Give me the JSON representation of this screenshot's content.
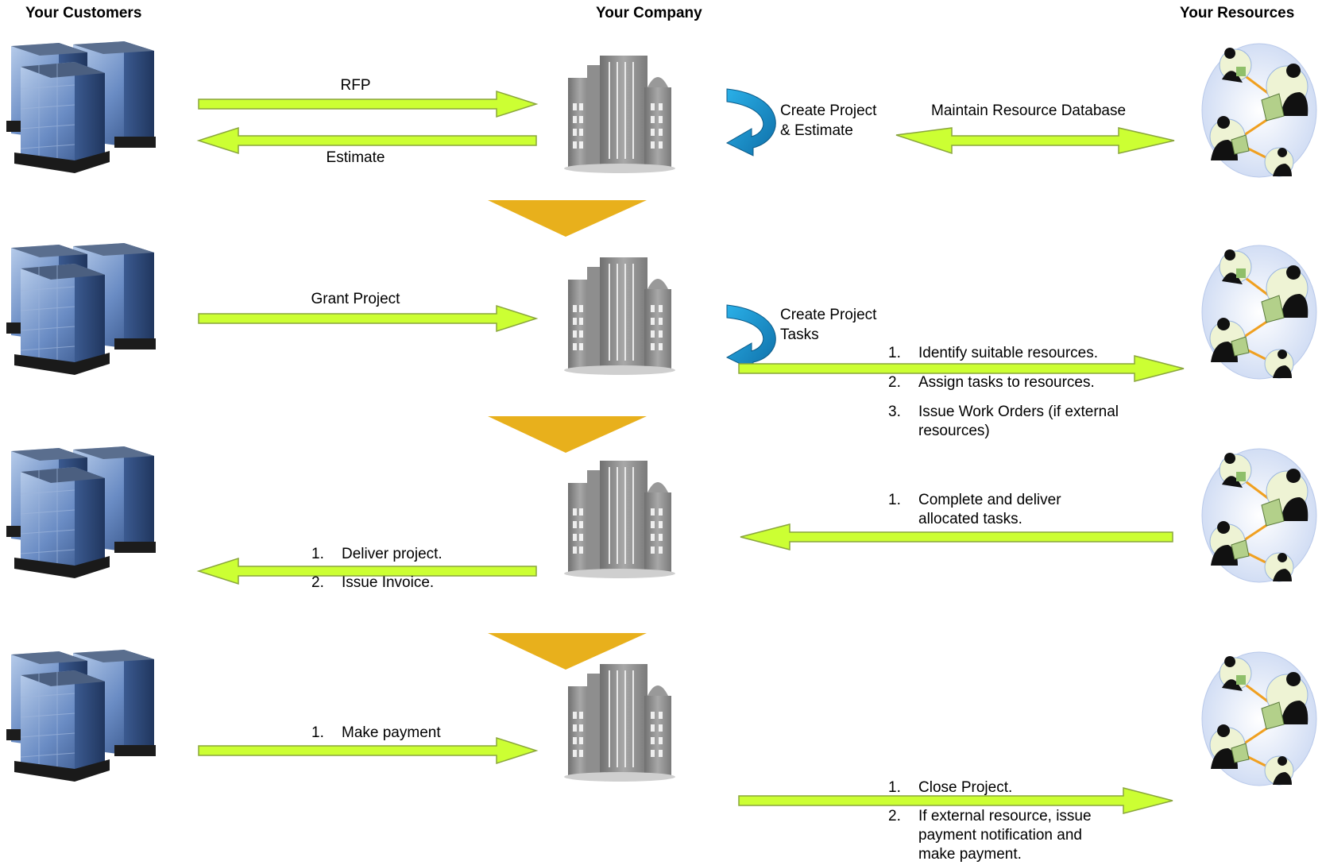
{
  "headers": {
    "customers": "Your Customers",
    "company": "Your Company",
    "resources": "Your Resources"
  },
  "stages": [
    {
      "left_arrows": [
        {
          "label": "RFP"
        },
        {
          "label": "Estimate"
        }
      ],
      "self_loop": {
        "line1": "Create Project",
        "line2": "& Estimate"
      },
      "right_arrow": {
        "label": "Maintain Resource Database"
      }
    },
    {
      "left_arrows": [
        {
          "label": "Grant Project"
        }
      ],
      "self_loop": {
        "line1": "Create Project",
        "line2": "Tasks"
      },
      "right_arrow": {
        "steps": [
          {
            "number": "1.",
            "text": "Identify suitable resources."
          },
          {
            "number": "2.",
            "text": "Assign tasks to resources."
          },
          {
            "number": "3.",
            "text": "Issue Work Orders (if external",
            "text2": "resources)"
          }
        ]
      }
    },
    {
      "left_arrows": [
        {
          "steps": [
            {
              "number": "1.",
              "text": "Deliver project."
            },
            {
              "number": "2.",
              "text": "Issue Invoice."
            }
          ]
        }
      ],
      "right_arrow": {
        "steps": [
          {
            "number": "1.",
            "text": "Complete and deliver",
            "text2": "allocated tasks."
          }
        ]
      }
    },
    {
      "left_arrows": [
        {
          "steps": [
            {
              "number": "1.",
              "text": "Make payment"
            }
          ]
        }
      ],
      "right_arrow": {
        "steps": [
          {
            "number": "1.",
            "text": "Close Project."
          },
          {
            "number": "2.",
            "text": "If external resource, issue",
            "text2": "payment notification and",
            "text3": "make payment."
          }
        ]
      }
    }
  ],
  "colors": {
    "arrow_fill": "#ccff33",
    "arrow_stroke": "#8aa63c",
    "stage_arrow": "#e8b01c",
    "loop_arrow": "#1e9bd7",
    "building_glass": "#6f8fc4",
    "office_gray": "#8a8a8a",
    "people_bubble": "#dde6f7"
  },
  "icons": {
    "customer": "customer-buildings-icon",
    "company": "company-office-icon",
    "resources": "resource-people-network-icon"
  }
}
